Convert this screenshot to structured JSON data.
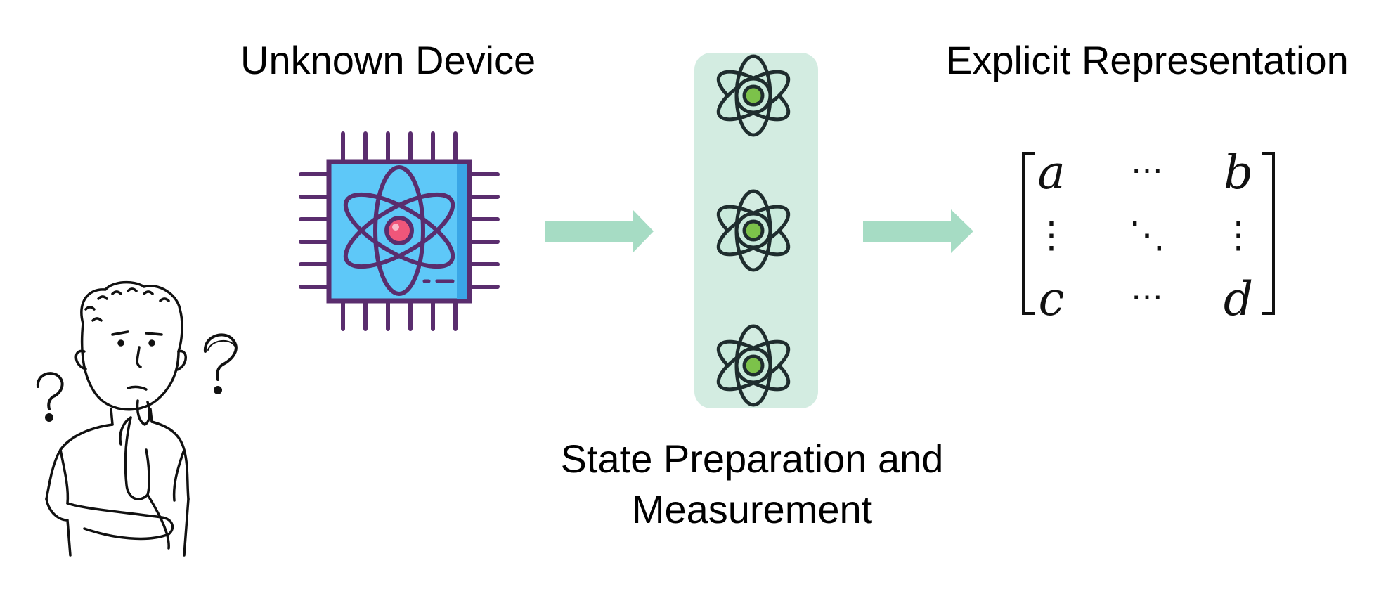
{
  "labels": {
    "unknown_device": "Unknown Device",
    "explicit_representation": "Explicit Representation",
    "state_prep_line1": "State Preparation and",
    "state_prep_line2": "Measurement"
  },
  "matrix": {
    "top_left": "a",
    "top_mid": "⋯",
    "top_right": "b",
    "mid_left": "⋮",
    "center": "⋱",
    "mid_right": "⋮",
    "bottom_left": "c",
    "bottom_mid": "⋯",
    "bottom_right": "d"
  },
  "colors": {
    "chip_body": "#5ec8f8",
    "chip_outline": "#5a2d6e",
    "chip_nucleus": "#f0567a",
    "panel_bg": "#d3ece1",
    "atom_stroke": "#1f2d2e",
    "atom_fill": "#c9eadb",
    "atom_nucleus": "#7cc24a",
    "arrow": "#a6dcc4"
  },
  "icons": {
    "person": "thinking-person-icon",
    "chip": "quantum-chip-icon",
    "atom": "atom-icon",
    "question": "question-mark-icon"
  }
}
